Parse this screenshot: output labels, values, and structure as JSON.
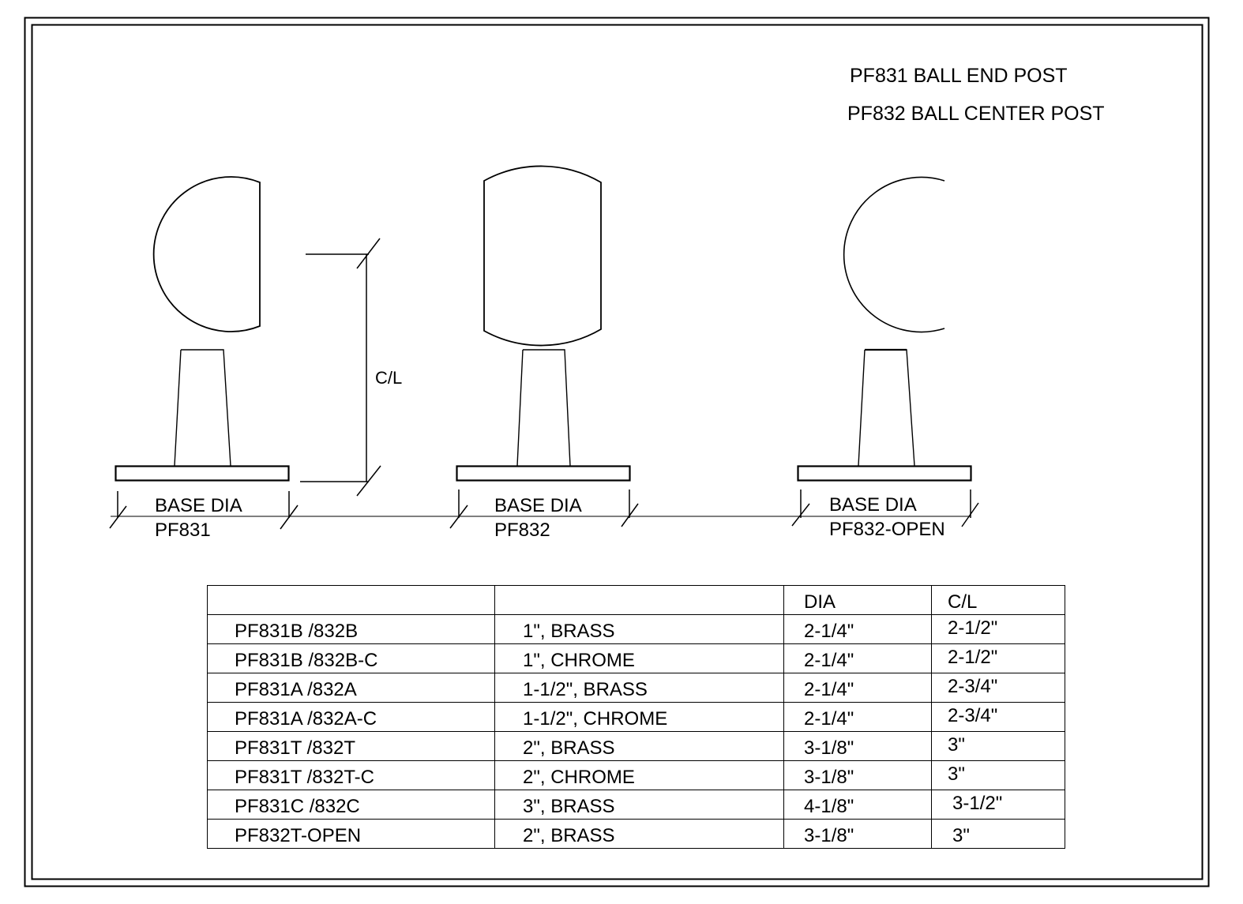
{
  "drawing": {
    "title_lines": [
      "PF831 BALL END POST",
      "PF832 BALL CENTER POST"
    ],
    "figures": [
      {
        "id": "pf831",
        "dim_label": "BASE DIA",
        "model_label": "PF831",
        "ball_style": "ball with flat right side (end post)"
      },
      {
        "id": "pf832",
        "dim_label": "BASE DIA",
        "model_label": "PF832",
        "ball_style": "ball flattened both sides (center post)"
      },
      {
        "id": "pf832-open",
        "dim_label": "BASE DIA",
        "model_label": "PF832-OPEN",
        "ball_style": "ball open on right side"
      }
    ],
    "centerline_label": "C/L",
    "line_color": "#000000",
    "background": "#ffffff"
  },
  "table": {
    "headers": [
      "",
      "",
      "DIA",
      "C/L"
    ],
    "rows": [
      [
        "PF831B /832B",
        "1\", BRASS",
        "2-1/4\"",
        "2-1/2\""
      ],
      [
        "PF831B /832B-C",
        "1\", CHROME",
        "2-1/4\"",
        "2-1/2\""
      ],
      [
        "PF831A /832A",
        "1-1/2\", BRASS",
        "2-1/4\"",
        "2-3/4\""
      ],
      [
        "PF831A /832A-C",
        "1-1/2\", CHROME",
        "2-1/4\"",
        "2-3/4\""
      ],
      [
        "PF831T /832T",
        "2\", BRASS",
        "3-1/8\"",
        "3\""
      ],
      [
        "PF831T /832T-C",
        "2\", CHROME",
        "3-1/8\"",
        "3\""
      ],
      [
        "PF831C /832C",
        "3\", BRASS",
        "4-1/8\"",
        "3-1/2\""
      ],
      [
        "PF832T-OPEN",
        "2\", BRASS",
        "3-1/8\"",
        "3\""
      ]
    ]
  }
}
